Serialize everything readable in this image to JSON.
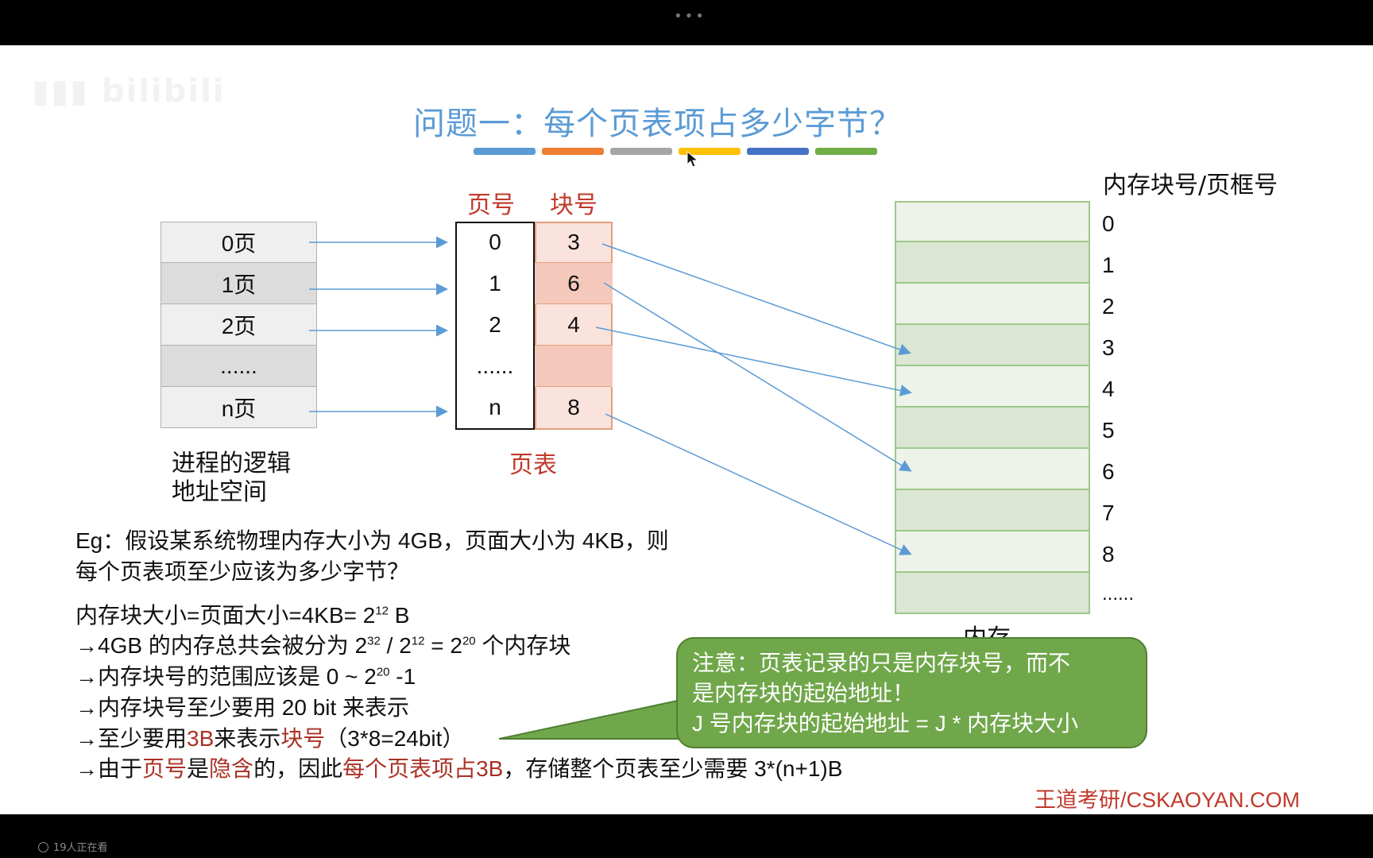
{
  "viewer_count": "19人正在看",
  "title": "问题一：每个页表项占多少字节？",
  "title_bar_colors": [
    "#5b9bd5",
    "#ed7d31",
    "#a5a5a5",
    "#ffc000",
    "#4472c4",
    "#70ad47"
  ],
  "logical": {
    "pages": [
      "0页",
      "1页",
      "2页",
      "......",
      "n页"
    ],
    "label_line1": "进程的逻辑",
    "label_line2": "地址空间"
  },
  "page_table": {
    "header_page": "页号",
    "header_block": "块号",
    "page_numbers": [
      "0",
      "1",
      "2",
      "......",
      "n"
    ],
    "block_numbers": [
      "3",
      "6",
      "4",
      "",
      "8"
    ],
    "label": "页表"
  },
  "memory": {
    "header": "内存块号/页框号",
    "block_labels": [
      "0",
      "1",
      "2",
      "3",
      "4",
      "5",
      "6",
      "7",
      "8",
      "......"
    ],
    "label": "内存"
  },
  "example": {
    "line1": "Eg：假设某系统物理内存大小为 4GB，页面大小为 4KB，则",
    "line2": "每个页表项至少应该为多少字节？"
  },
  "steps": {
    "s1_text": "内存块大小=页面大小=4KB= 2",
    "s1_exp": "12",
    "s1_tail": " B",
    "s2_a": "→4GB 的内存总共会被分为 2",
    "s2_exp1": "32",
    "s2_b": " / 2",
    "s2_exp2": "12",
    "s2_c": " = 2",
    "s2_exp3": "20",
    "s2_d": " 个内存块",
    "s3_a": "→内存块号的范围应该是 0 ~ 2",
    "s3_exp": "20",
    "s3_b": " -1",
    "s4": "→内存块号至少要用 20 bit 来表示",
    "s5_a": "→至少要用",
    "s5_red1": "3B",
    "s5_b": "来表示",
    "s5_red2": "块号",
    "s5_c": "（3*8=24bit）",
    "s6_a": "→由于",
    "s6_red1": "页号",
    "s6_b": "是",
    "s6_red2": "隐含",
    "s6_c": "的，因此",
    "s6_red3": "每个页表项占3B",
    "s6_d": "，存储整个页表至少需要 3*(n+1)B"
  },
  "note": {
    "line1": "注意：页表记录的只是内存块号，而不",
    "line2": "是内存块的起始地址！",
    "line3": "J 号内存块的起始地址 = J * 内存块大小"
  },
  "footer": "王道考研/CSKAOYAN.COM"
}
